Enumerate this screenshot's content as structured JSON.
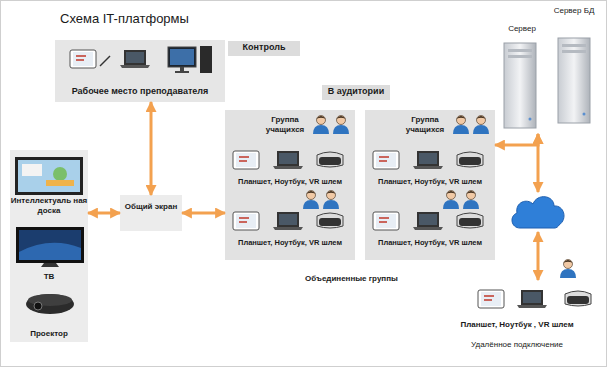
{
  "diagram": {
    "title": "Схема IT-платформы",
    "nodes": [
      {
        "text": [
          "Рабочее место преподавателя"
        ]
      },
      {
        "text": [
          "Контроль"
        ]
      },
      {
        "text": [
          "Интеллектуаль ная доска",
          "ТВ",
          "Проектор"
        ]
      },
      {
        "text": [
          "Общий экран"
        ]
      },
      {
        "text": [
          "В аудитории"
        ]
      },
      {
        "text": [
          "Группа учащихся",
          "Планшет, Ноутбук, VR шлем",
          "Планшет, Ноутбук, VR шлем"
        ]
      },
      {
        "text": [
          "Группа учащихся",
          "Планшет, Ноутбук, VR шлем",
          "Планшет, Ноутбук, VR шлем"
        ]
      },
      {
        "text": [
          "Сервер"
        ]
      },
      {
        "text": [
          "Сервер БД"
        ]
      },
      {
        "text": []
      },
      {
        "text": [
          "Планшет, Ноутбук , VR шлем",
          "Удалённое подключение"
        ]
      }
    ],
    "edges": [
      {
        "from": 0,
        "to": 3,
        "arrow": "both"
      },
      {
        "from": 2,
        "to": 3,
        "arrow": "both"
      },
      {
        "from": 3,
        "to": 5,
        "arrow": "both"
      },
      {
        "from": 7,
        "to": 6,
        "arrow": "both"
      },
      {
        "from": 7,
        "to": 9,
        "arrow": "both"
      },
      {
        "from": 9,
        "to": 10,
        "arrow": "both"
      }
    ],
    "labels": [
      "Объединенные группы"
    ]
  }
}
